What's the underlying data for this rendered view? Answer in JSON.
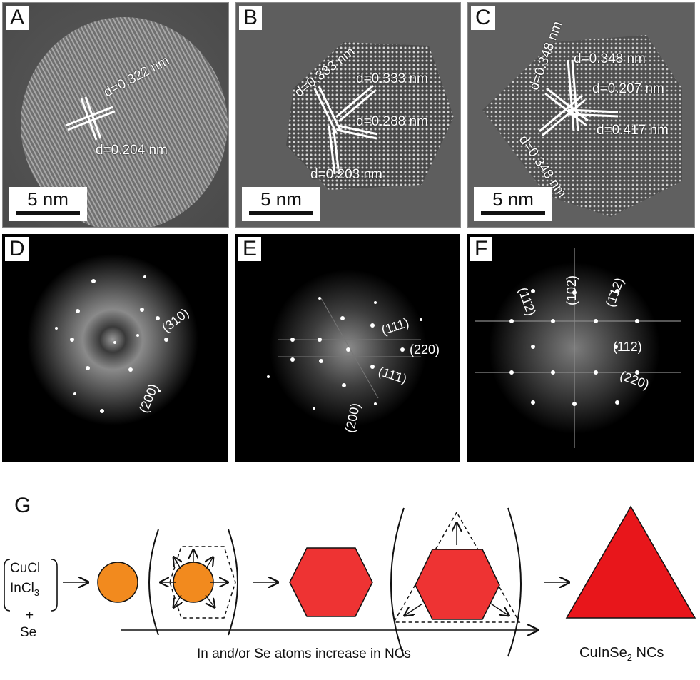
{
  "panels": {
    "a": {
      "letter": "A",
      "scale": "5 nm",
      "labels": [
        "d=0.322 nm",
        "d=0.204 nm"
      ]
    },
    "b": {
      "letter": "B",
      "scale": "5 nm",
      "labels": [
        "d=0.333 nm",
        "d=0.333 nm",
        "d=0.288 nm",
        "d=0.203 nm"
      ]
    },
    "c": {
      "letter": "C",
      "scale": "5 nm",
      "labels": [
        "d=0.348 nm",
        "d=0.348 nm",
        "d=0.207 nm",
        "d=0.417 nm",
        "d=0.348 nm"
      ]
    },
    "d": {
      "letter": "D",
      "labels": [
        "(310)",
        "(200)"
      ]
    },
    "e": {
      "letter": "E",
      "labels": [
        "(111)",
        "(220)",
        "(11̄1)",
        "(200)"
      ]
    },
    "f": {
      "letter": "F",
      "labels": [
        "(11̄2)",
        "(102)",
        "(1̄12)",
        "(112)",
        "(220)"
      ]
    }
  },
  "schematic": {
    "letter": "G",
    "reactant1": "CuCl",
    "reactant2": "InCl",
    "reactant2_sub": "3",
    "plus": "+",
    "reactant3": "Se",
    "product_main": "CuInSe",
    "product_sub": "2",
    "product_suffix": " NCs",
    "caption": "In and/or Se atoms increase in NCs"
  },
  "colors": {
    "sphere": "#f28a1e",
    "hexagon": "#ee3333",
    "triangle": "#e8161b"
  }
}
